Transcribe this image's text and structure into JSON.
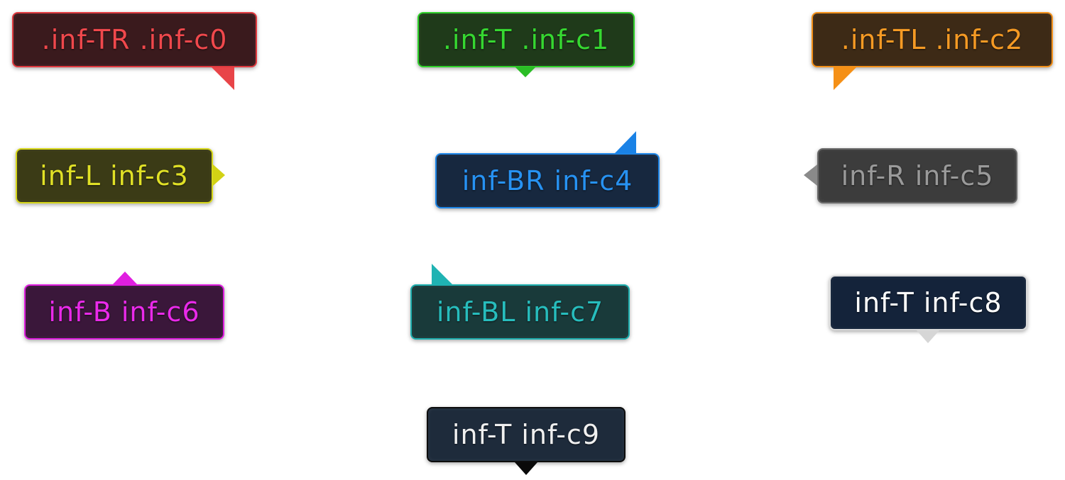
{
  "tooltips": [
    {
      "label": ".inf-TR .inf-c0",
      "position": "TR",
      "color": "#f0484c",
      "background": "#3a1a1d"
    },
    {
      "label": ".inf-T .inf-c1",
      "position": "T",
      "color": "#36d831",
      "background": "#1f3a1a"
    },
    {
      "label": ".inf-TL .inf-c2",
      "position": "TL",
      "color": "#f59a24",
      "background": "#3d2a16"
    },
    {
      "label": "inf-L inf-c3",
      "position": "L",
      "color": "#e0e026",
      "background": "#3b3b16"
    },
    {
      "label": "inf-BR inf-c4",
      "position": "BR",
      "color": "#2792f2",
      "background": "#17283f"
    },
    {
      "label": "inf-R inf-c5",
      "position": "R",
      "color": "#9a9a9a",
      "background": "#3c3c3c"
    },
    {
      "label": "inf-B inf-c6",
      "position": "B",
      "color": "#ea2aea",
      "background": "#3a173a"
    },
    {
      "label": "inf-BL inf-c7",
      "position": "BL",
      "color": "#27bdbd",
      "background": "#193a3a"
    },
    {
      "label": "inf-T inf-c8",
      "position": "T",
      "color": "#ffffff",
      "background": "#14233a"
    },
    {
      "label": "inf-T inf-c9",
      "position": "T",
      "color": "#f0f0f0",
      "background": "#1e2b3b"
    }
  ]
}
